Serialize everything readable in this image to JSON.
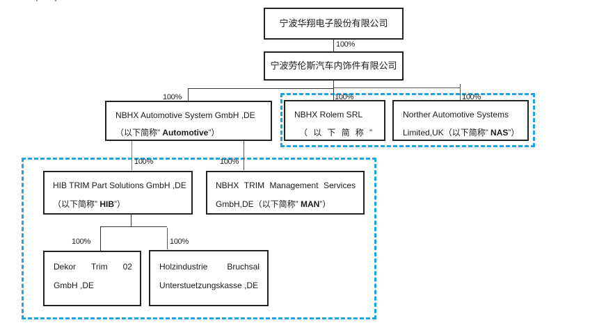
{
  "title": "Corporate structure diagram",
  "accent_color": "#1aa6e6",
  "nodes": {
    "parent": {
      "label": "宁波华翔电子股份有限公司"
    },
    "sub": {
      "label": "宁波劳伦斯汽车内饰件有限公司"
    },
    "automotive": {
      "line1": "NBHX Automotive System GmbH ,DE",
      "line2_prefix": "（以下简称”",
      "abbr": "Automotive",
      "line2_suffix": "”）"
    },
    "rolem": {
      "line1": "NBHX Rolem SRL",
      "line2_chars": [
        "（",
        "以",
        "下",
        "简",
        "称",
        "”"
      ]
    },
    "nas": {
      "line1": "Norther Automotive Systems",
      "line2_prefix": "Limited,UK（以下简称”",
      "abbr": "NAS",
      "line2_suffix": "”）"
    },
    "hib": {
      "line1": "HIB TRIM Part Solutions GmbH ,DE",
      "line2_prefix": "（以下简称”",
      "abbr": "HIB",
      "line2_suffix": "”）"
    },
    "man": {
      "line1_words": [
        "NBHX",
        "TRIM",
        "Management",
        "Services"
      ],
      "line2_prefix": "GmbH,DE（以下简称”",
      "abbr": "MAN",
      "line2_suffix": "”）"
    },
    "dekor": {
      "line1_words": [
        "Dekor",
        "Trim",
        "02"
      ],
      "line2": "GmbH ,DE"
    },
    "holz": {
      "line1_words": [
        "Holzindustrie",
        "Bruchsal"
      ],
      "line2": "Unterstuetzungskasse ,DE"
    }
  },
  "ownership": {
    "parent_to_sub": "100%",
    "sub_to_automotive": "100%",
    "sub_to_rolem": "100%",
    "sub_to_nas": "100%",
    "automotive_to_hib": "100%",
    "automotive_to_man": "100%",
    "hib_to_dekor": "100%",
    "hib_to_holz": "100%"
  }
}
